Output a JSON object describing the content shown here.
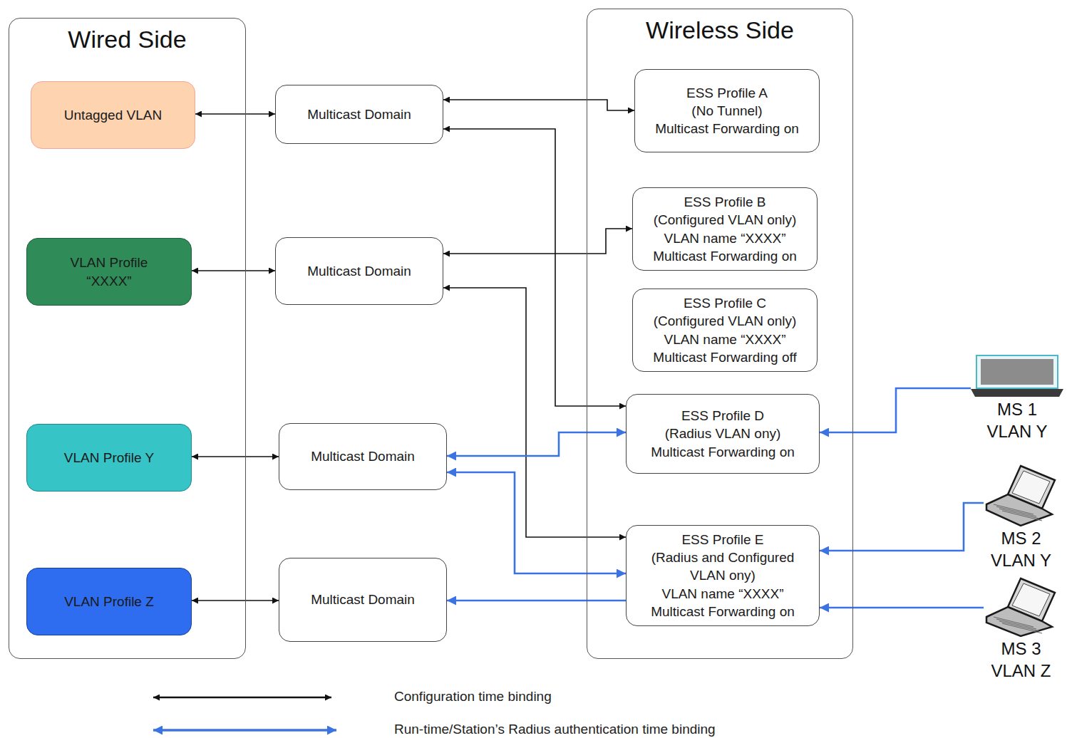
{
  "diagram": {
    "nodes": [
      {
        "text": [
          "Wired Side"
        ]
      },
      {
        "text": [
          "Untagged VLAN"
        ],
        "in": 0
      },
      {
        "text": [
          "VLAN Profile “XXXX”"
        ],
        "in": 0
      },
      {
        "text": [
          "VLAN Profile Y"
        ],
        "in": 0
      },
      {
        "text": [
          "VLAN Profile Z"
        ],
        "in": 0
      },
      {
        "text": [
          "Multicast Domain"
        ]
      },
      {
        "text": [
          "Multicast Domain"
        ]
      },
      {
        "text": [
          "Multicast Domain"
        ]
      },
      {
        "text": [
          "Multicast Domain"
        ]
      },
      {
        "text": [
          "Wireless Side"
        ]
      },
      {
        "text": [
          "ESS Profile A",
          "(No Tunnel)",
          "Multicast Forwarding on"
        ],
        "in": 9
      },
      {
        "text": [
          "ESS Profile B",
          "(Configured VLAN only)",
          "VLAN name “XXXX”",
          "Multicast Forwarding on"
        ],
        "in": 9
      },
      {
        "text": [
          "ESS Profile C",
          "(Configured VLAN only)",
          "VLAN name “XXXX”",
          "Multicast Forwarding off"
        ],
        "in": 9
      },
      {
        "text": [
          "ESS Profile D",
          "(Radius VLAN ony)",
          "Multicast Forwarding on"
        ],
        "in": 9
      },
      {
        "text": [
          "ESS Profile E",
          "(Radius and Configured VLAN ony)",
          "VLAN name “XXXX”",
          "Multicast Forwarding on"
        ],
        "in": 9
      },
      {
        "text": [
          "MS 1 VLAN Y"
        ]
      },
      {
        "text": [
          "MS 2 VLAN Y"
        ]
      },
      {
        "text": [
          "MS 3 VLAN Z"
        ]
      }
    ],
    "edges": [
      {
        "from": 1,
        "to": 5,
        "arrow": "both"
      },
      {
        "from": 2,
        "to": 6,
        "arrow": "both"
      },
      {
        "from": 3,
        "to": 7,
        "arrow": "both"
      },
      {
        "from": 4,
        "to": 8,
        "arrow": "both"
      },
      {
        "from": 5,
        "to": 10,
        "arrow": "both"
      },
      {
        "from": 5,
        "to": 13,
        "arrow": "both"
      },
      {
        "from": 6,
        "to": 11,
        "arrow": "both"
      },
      {
        "from": 6,
        "to": 14,
        "arrow": "both"
      },
      {
        "from": 15,
        "to": 13,
        "arrow": "to"
      },
      {
        "from": 13,
        "to": 7,
        "arrow": "both"
      },
      {
        "from": 16,
        "to": 14,
        "arrow": "to"
      },
      {
        "from": 14,
        "to": 7,
        "arrow": "both"
      },
      {
        "from": 17,
        "to": 14,
        "arrow": "to"
      },
      {
        "from": 14,
        "to": 8,
        "arrow": "to"
      }
    ],
    "legend": [
      {
        "text": "Configuration time binding"
      },
      {
        "text": "Run-time/Station’s Radius authentication time binding"
      }
    ]
  }
}
